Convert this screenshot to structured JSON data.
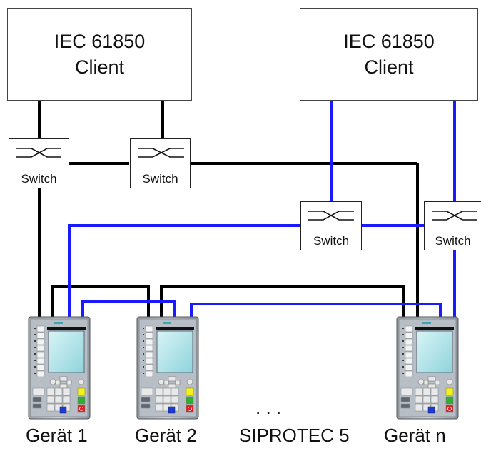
{
  "clients": [
    {
      "line1": "IEC 61850",
      "line2": "Client"
    },
    {
      "line1": "IEC 61850",
      "line2": "Client"
    }
  ],
  "switch_label": "Switch",
  "devices": [
    {
      "label": "Gerät 1"
    },
    {
      "label": "Gerät 2"
    },
    {
      "label": "Gerät n"
    }
  ],
  "family_label": "SIPROTEC 5",
  "ellipsis": ".   .   .",
  "colors": {
    "network_a": "#000000",
    "network_b": "#1a1aff"
  }
}
